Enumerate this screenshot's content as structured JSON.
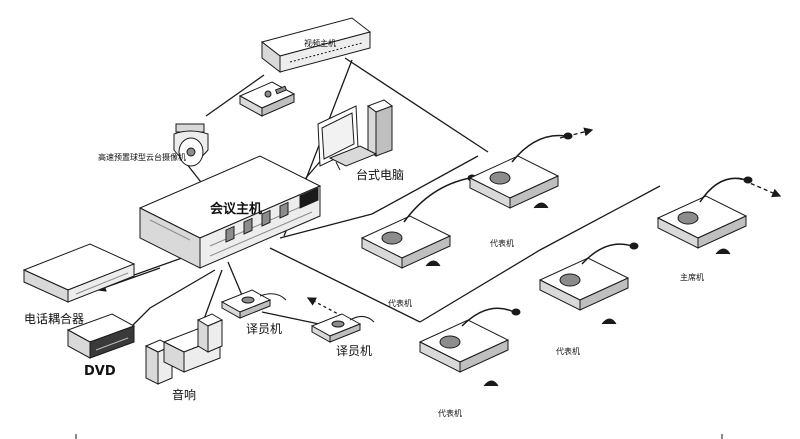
{
  "labels": {
    "video_host": "视频主机",
    "ptz_camera": "高速预置球型云台摄像机",
    "desktop_pc": "台式电脑",
    "conference_host": "会议主机",
    "phone_coupler": "电话耦合器",
    "dvd": "DVD",
    "speaker": "音响",
    "interpreter_1": "译员机",
    "interpreter_2": "译员机",
    "delegate_1": "代表机",
    "delegate_2": "代表机",
    "delegate_3": "代表机",
    "delegate_4": "代表机",
    "chairman": "主席机"
  },
  "colors": {
    "line": "#1a1a1a",
    "device_fill": "#ffffff",
    "device_shade": "#d9d9d9",
    "device_dark": "#8c8c8c"
  }
}
